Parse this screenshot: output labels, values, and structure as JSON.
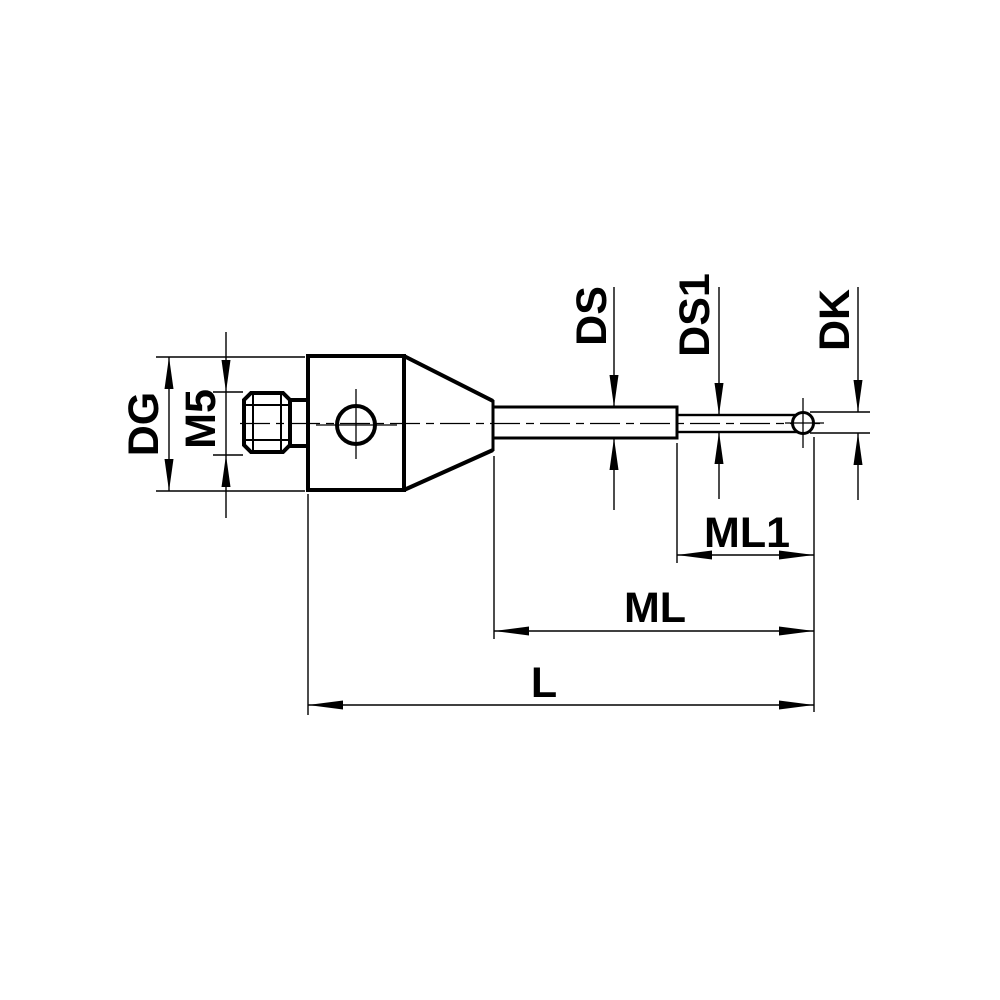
{
  "drawing": {
    "title": "stylus-dimension-drawing",
    "description": "Technical outline drawing of an M5 CMM stylus with threaded stud, holder body with cross hole, taper, stepped stem and ball tip",
    "labels": {
      "dg": "DG",
      "m5": "M5",
      "ds": "DS",
      "ds1": "DS1",
      "dk": "DK",
      "ml1": "ML1",
      "ml": "ML",
      "l": "L"
    },
    "colors": {
      "line": "#000000",
      "background": "#ffffff"
    }
  }
}
